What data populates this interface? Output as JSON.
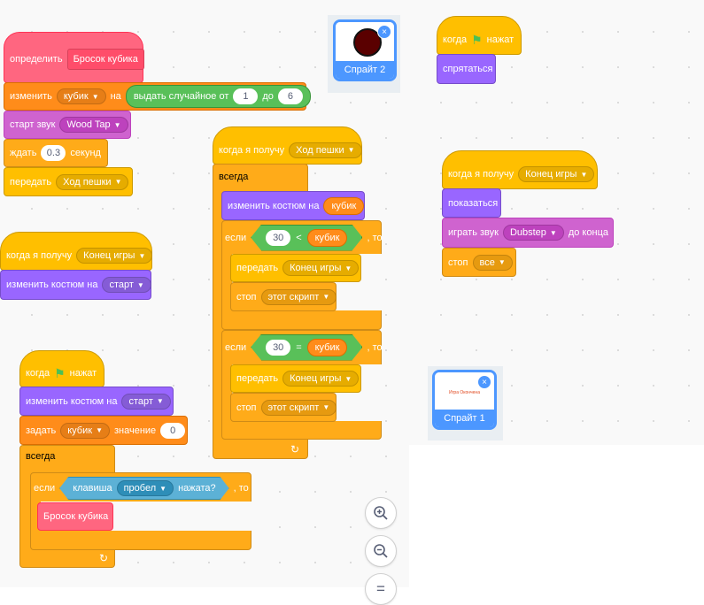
{
  "define_script": {
    "define_label": "определить",
    "define_name": "Бросок кубика",
    "change_label": "изменить",
    "change_var": "кубик",
    "change_on": "на",
    "random_label": "выдать случайное от",
    "random_from": "1",
    "random_to_label": "до",
    "random_to": "6",
    "start_sound_label": "старт звук",
    "start_sound_value": "Wood Tap",
    "wait_label": "ждать",
    "wait_value": "0.3",
    "wait_unit": "секунд",
    "broadcast_label": "передать",
    "broadcast_value": "Ход пешки"
  },
  "end_game_script": {
    "hat_label": "когда я получу",
    "hat_value": "Конец игры",
    "costume_label": "изменить костюм на",
    "costume_value": "старт"
  },
  "flag_script": {
    "hat_label": "когда",
    "hat_suffix": "нажат",
    "costume_label": "изменить костюм на",
    "costume_value": "старт",
    "set_label": "задать",
    "set_var": "кубик",
    "set_value_label": "значение",
    "set_value": "0",
    "forever_label": "всегда",
    "if_label": "если",
    "key_label": "клавиша",
    "key_value": "пробел",
    "key_suffix": "нажата?",
    "then_label": ", то",
    "call_label": "Бросок кубика",
    "loop_icon": "↻"
  },
  "pawn_script": {
    "hat_label": "когда я получу",
    "hat_value": "Ход пешки",
    "forever_label": "всегда",
    "costume_label": "изменить костюм на",
    "costume_value": "кубик",
    "if1_label": "если",
    "if1_left": "30",
    "if1_op": "<",
    "if1_right": "кубик",
    "if1_then": ", то",
    "b1_label": "передать",
    "b1_value": "Конец игры",
    "stop1_label": "стоп",
    "stop1_value": "этот скрипт",
    "if2_label": "если",
    "if2_left": "30",
    "if2_op": "=",
    "if2_right": "кубик",
    "if2_then": ", то",
    "b2_label": "передать",
    "b2_value": "Конец игры",
    "stop2_label": "стоп",
    "stop2_value": "этот скрипт",
    "loop_icon": "↻"
  },
  "hide_script": {
    "hat_label": "когда",
    "hat_suffix": "нажат",
    "hide_label": "спрятаться"
  },
  "show_script": {
    "hat_label": "когда я получу",
    "hat_value": "Конец игры",
    "show_label": "показаться",
    "sound_label": "играть звук",
    "sound_value": "Dubstep",
    "sound_suffix": "до конца",
    "stop_label": "стоп",
    "stop_value": "все"
  },
  "sprites": {
    "sprite2_name": "Спрайт 2",
    "sprite1_name": "Спрайт 1",
    "sprite1_thumb_text": "Игра Окончена",
    "delete_icon": "×"
  },
  "zoom": {
    "zoom_in": "+",
    "zoom_out": "−",
    "reset": "="
  },
  "colors": {
    "events": "#ffbf00",
    "control": "#ffab19",
    "looks": "#9966ff",
    "sound": "#cf63cf",
    "operators": "#59c059",
    "sensing": "#5cb1d6",
    "variables": "#ff8c1a",
    "my_blocks": "#ff6680",
    "sprite_selected": "#4c97ff"
  }
}
